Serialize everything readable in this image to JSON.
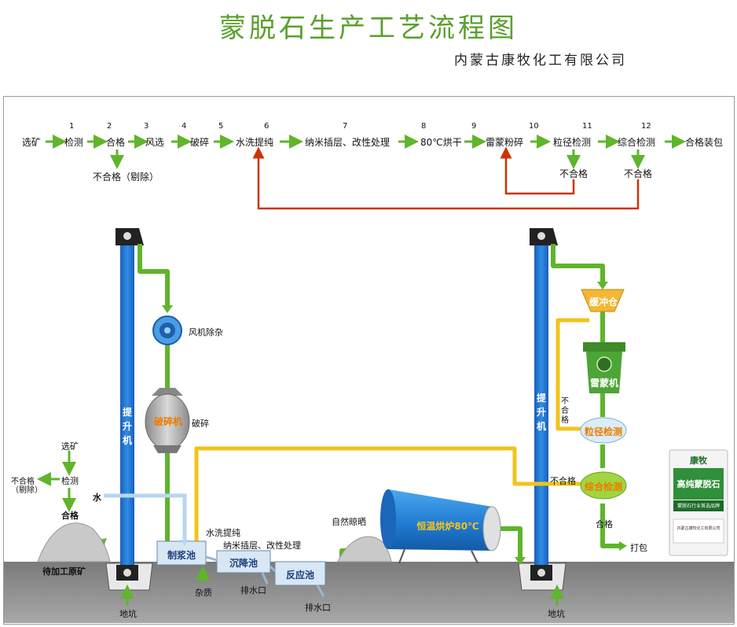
{
  "title": "蒙脱石生产工艺流程图",
  "company": "内蒙古康牧化工有限公司",
  "flow": {
    "steps": [
      "选矿",
      "检测",
      "合格",
      "风选",
      "破碎",
      "水洗提纯",
      "纳米插层、改性处理",
      "80℃烘干",
      "雷蒙粉碎",
      "粒径检测",
      "综合检测",
      "合格装包"
    ],
    "numbers": [
      "1",
      "2",
      "3",
      "4",
      "5",
      "6",
      "7",
      "8",
      "9",
      "10",
      "11",
      "12"
    ],
    "reject_1": "不合格（剔除）",
    "reject_2": "不合格",
    "reject_3": "不合格"
  },
  "equipment": {
    "elevator_label": "提升机",
    "fan_label": "风机除杂",
    "crusher_name": "破碎机",
    "crusher_label": "破碎",
    "water": "水",
    "wash": "水洗提纯",
    "nano": "纳米插层、改性处理",
    "slurry_tank": "制浆池",
    "settle_tank": "沉降池",
    "react_tank": "反应池",
    "impurity": "杂质",
    "drain_1": "排水口",
    "drain_2": "排水口",
    "sun_dry": "自然晾晒",
    "dryer": "恒温烘炉80℃",
    "raw_ore": "待加工原矿",
    "pit_1": "地坑",
    "pit_2": "地坑",
    "buffer": "缓冲仓",
    "raymond": "雷蒙机",
    "size_check": "粒径检测",
    "full_check": "综合检测",
    "reject_a": "不合格",
    "reject_b": "不合格",
    "qualified": "合格",
    "pack": "打包",
    "product_brand": "康牧",
    "product_name": "高纯蒙脱石",
    "product_sub": "蒙脱石行业首选品牌",
    "product_company": "内蒙古康牧化工有限公司"
  },
  "left_chain": {
    "select": "选矿",
    "detect": "检测",
    "reject": "不合格",
    "reject_sub": "（剔除）",
    "pass": "合格"
  },
  "colors": {
    "title": "#5aa02c",
    "green_arrow": "#5fb52b",
    "red_loop": "#cc3300",
    "yellow_pipe": "#f0c419",
    "blue_elevator": "#1e78d0",
    "ground": "#8c8c8c"
  }
}
